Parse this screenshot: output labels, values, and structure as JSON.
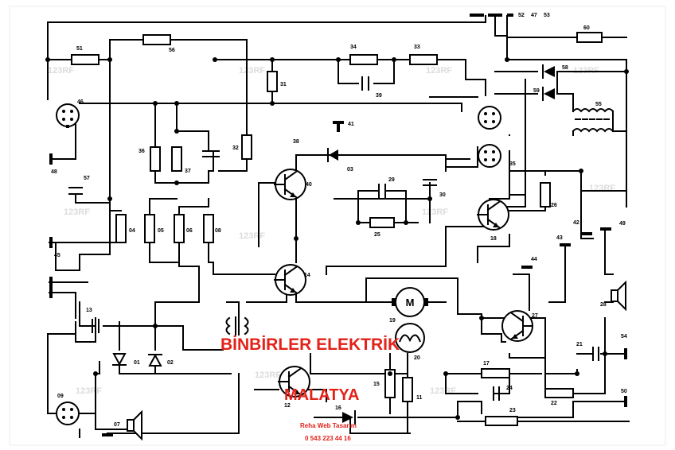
{
  "overlay": {
    "title": "BİNBİRLER ELEKTRİK",
    "city": "MALATYA",
    "designer": "Reha Web Tasarım",
    "phone": "0 543 223 44 16",
    "text_color": "#e32219"
  },
  "watermark": "123RF",
  "motor_symbol": "M",
  "labels": {
    "c52": "52",
    "c47": "47",
    "c53": "53",
    "c60": "60",
    "c51": "51",
    "c56": "56",
    "c34": "34",
    "c33": "33",
    "c39": "39",
    "c31": "31",
    "c58": "58",
    "c59": "59",
    "c55": "55",
    "c46": "46",
    "c41": "41",
    "c38": "38",
    "c36": "36",
    "c37": "37",
    "c32": "32",
    "c03": "03",
    "c35": "35",
    "c48": "48",
    "c57": "57",
    "c40": "40",
    "c29": "29",
    "c30": "30",
    "c04": "04",
    "c05": "05",
    "c06": "06",
    "c08": "08",
    "c25": "25",
    "c18": "18",
    "c26": "26",
    "c42": "42",
    "c49": "49",
    "c45": "45",
    "c43": "43",
    "c44": "44",
    "c14": "14",
    "c19": "19",
    "c13": "13",
    "c28": "28",
    "c27": "27",
    "c20": "20",
    "c01": "01",
    "c02": "02",
    "c21": "21",
    "c54": "54",
    "c17": "17",
    "c24": "24",
    "c15": "15",
    "c11": "11",
    "c12": "12",
    "c22": "22",
    "c50": "50",
    "c09": "09",
    "c16": "16",
    "c23": "23",
    "c07": "07"
  }
}
